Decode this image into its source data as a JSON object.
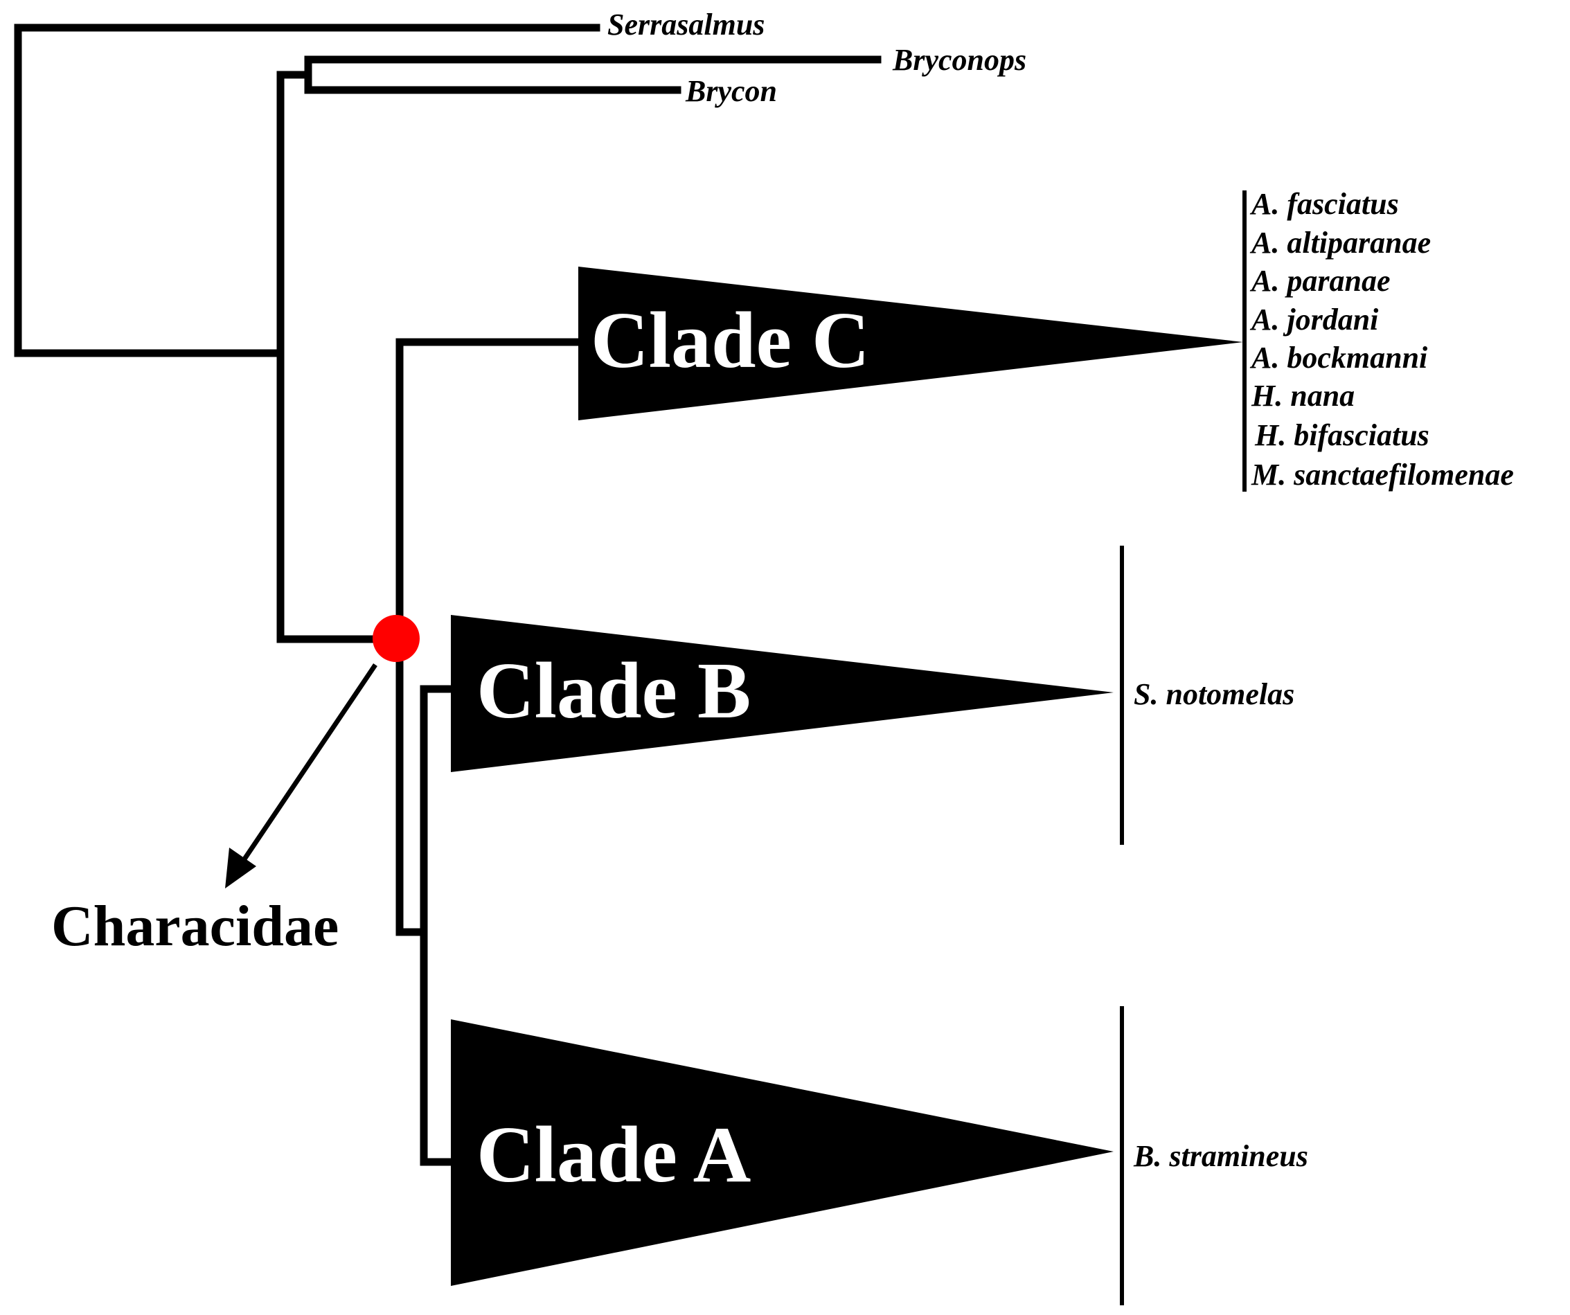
{
  "outgroups": [
    "Serrasalmus",
    "Bryconops",
    "Brycon"
  ],
  "clades": {
    "c": {
      "label": "Clade C",
      "taxa": [
        "A. fasciatus",
        "A. altiparanae",
        "A. paranae",
        "A. jordani",
        "A. bockmanni",
        "H. nana",
        "H. bifasciatus",
        "M. sanctaefilomenae"
      ]
    },
    "b": {
      "label": "Clade B",
      "taxa": [
        "S. notomelas"
      ]
    },
    "a": {
      "label": "Clade A",
      "taxa": [
        "B. stramineus"
      ]
    }
  },
  "family": {
    "label": "Characidae",
    "node_color": "#ff0000"
  }
}
